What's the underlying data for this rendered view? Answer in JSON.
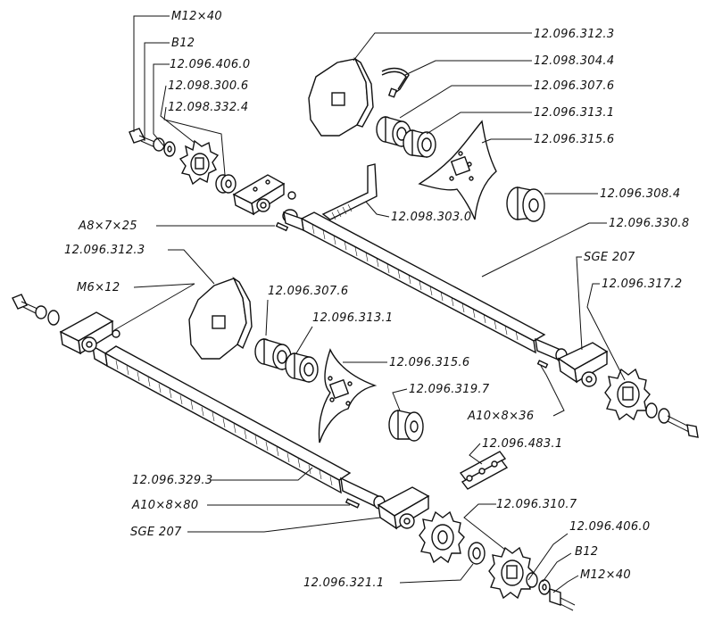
{
  "labels": {
    "m12x40_top": "M12×40",
    "b12_top": "B12",
    "p12_096_406_0_top": "12.096.406.0",
    "p12_098_300_6": "12.098.300.6",
    "p12_098_332_4": "12.098.332.4",
    "p12_096_312_3_top": "12.096.312.3",
    "p12_098_304_4": "12.098.304.4",
    "p12_096_307_6_top": "12.096.307.6",
    "p12_096_313_1_top": "12.096.313.1",
    "p12_096_315_6_top": "12.096.315.6",
    "p12_096_308_4": "12.096.308.4",
    "p12_098_303_0": "12.098.303.0",
    "p12_096_330_8": "12.096.330.8",
    "a8x7x25": "A8×7×25",
    "p12_096_312_3_left": "12.096.312.3",
    "m6x12": "M6×12",
    "p12_096_307_6_mid": "12.096.307.6",
    "p12_096_313_1_mid": "12.096.313.1",
    "sge207_right": "SGE 207",
    "p12_096_317_2": "12.096.317.2",
    "p12_096_315_6_mid": "12.096.315.6",
    "p12_096_319_7": "12.096.319.7",
    "a10x8x36": "A10×8×36",
    "p12_096_483_1": "12.096.483.1",
    "p12_096_329_3": "12.096.329.3",
    "a10x8x80": "A10×8×80",
    "p12_096_310_7": "12.096.310.7",
    "sge207_left": "SGE 207",
    "p12_096_406_0_bottom": "12.096.406.0",
    "b12_bottom": "B12",
    "m12x40_bottom": "M12×40",
    "p12_096_321_1": "12.096.321.1"
  }
}
